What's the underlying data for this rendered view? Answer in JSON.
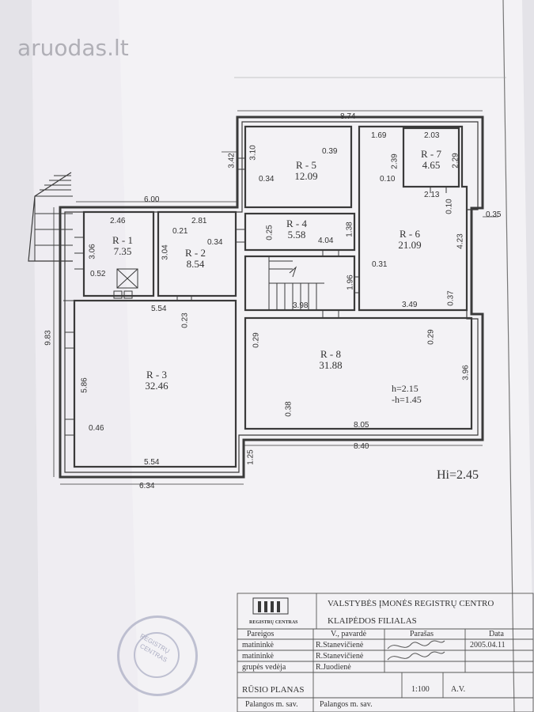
{
  "watermark": {
    "brand": "aruodas",
    "tld": ".lt"
  },
  "dimensions": {
    "top_width": "8.74",
    "left_offset": "3.42",
    "upper_left_width": "6.00",
    "wall_035": "0.35",
    "left_height": "9.83",
    "bottom_left": "6.34",
    "bottom_right": "8.40",
    "step_125": "1.25",
    "r1_width": "2.46",
    "r1_height": "3.06",
    "r1_052": "0.52",
    "r2_width": "2.81",
    "r2_height": "3.04",
    "r2_021": "0.21",
    "r2_034": "0.34",
    "r3_top": "5.54",
    "r3_height": "5.86",
    "r3_bottom": "5.54",
    "r3_046": "0.46",
    "r3_023": "0.23",
    "r4_width": "4.04",
    "r4_025": "0.25",
    "r4_138": "1.38",
    "r5_height": "3.10",
    "r5_039": "0.39",
    "r5_034": "0.34",
    "r6_169": "1.69",
    "r6_239": "2.39",
    "r6_010a": "0.10",
    "r6_213": "2.13",
    "r6_010b": "0.10",
    "r6_423": "4.23",
    "r6_031": "0.31",
    "r6_349": "3.49",
    "r6_037": "0.37",
    "r7_width": "2.03",
    "r7_height": "2.29",
    "stair_height": "1.96",
    "stair_width": "3.98",
    "r8_029a": "0.29",
    "r8_029b": "0.29",
    "r8_396": "3.96",
    "r8_038": "0.38",
    "r8_width": "8.05"
  },
  "rooms": {
    "r1": {
      "name": "R - 1",
      "area": "7.35"
    },
    "r2": {
      "name": "R - 2",
      "area": "8.54"
    },
    "r3": {
      "name": "R - 3",
      "area": "32.46"
    },
    "r4": {
      "name": "R - 4",
      "area": "5.58"
    },
    "r5": {
      "name": "R - 5",
      "area": "12.09"
    },
    "r6": {
      "name": "R - 6",
      "area": "21.09"
    },
    "r7": {
      "name": "R - 7",
      "area": "4.65"
    },
    "r8": {
      "name": "R - 8",
      "area": "31.88",
      "h": "h=2.15",
      "neg_h": "-h=1.45"
    }
  },
  "height_note": "Hi=2.45",
  "title_block": {
    "org": "VALSTYBĖS ĮMONĖS REGISTRŲ CENTRO",
    "branch": "KLAIPĖDOS FILIALAS",
    "logo_text": "REGISTRŲ CENTRAS",
    "headers": {
      "role": "Pareigos",
      "name": "V., pavardė",
      "signature": "Parašas",
      "date": "Data"
    },
    "rows": [
      {
        "role": "matininkė",
        "name": "R.Stanevičienė",
        "date": "2005.04.11"
      },
      {
        "role": "matininkė",
        "name": "R.Stanevičienė",
        "date": ""
      },
      {
        "role": "grupės vedėja",
        "name": "R.Juodienė",
        "date": ""
      }
    ],
    "plan_title": "RŪSIO PLANAS",
    "scale": "1:100",
    "av": "A.V.",
    "municipality_1": "Palangos m. sav.",
    "municipality_2": "Palangos m. sav."
  },
  "stamp": {
    "text_1": "REGISTRŲ",
    "text_2": "CENTRAS"
  }
}
